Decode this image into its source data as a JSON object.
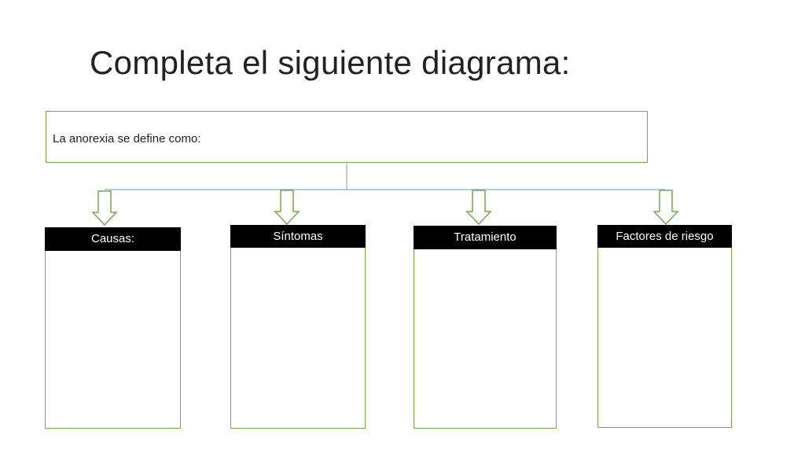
{
  "slide": {
    "title": "Completa el siguiente diagrama:"
  },
  "definition": {
    "label": "La anorexia se define como:"
  },
  "columns": [
    {
      "header": "Causas:"
    },
    {
      "header": "Síntomas"
    },
    {
      "header": "Tratamiento"
    },
    {
      "header": "Factores de riesgo"
    }
  ],
  "colors": {
    "box_border": "#70ad47",
    "header_bg": "#000000",
    "header_text": "#ffffff",
    "connector": "#8faadc"
  }
}
